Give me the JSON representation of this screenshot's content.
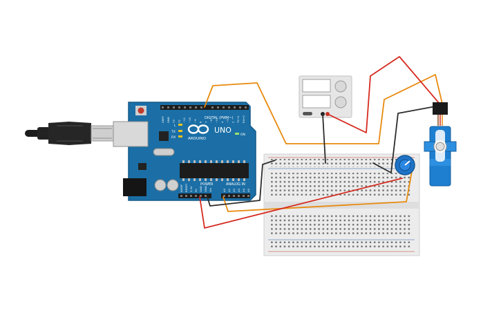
{
  "arduino": {
    "logo": "UNO",
    "brand": "ARDUINO",
    "digital_label": "DIGITAL (PWM~)",
    "power_label": "POWER",
    "analog_label": "ANALOG IN",
    "on_label": "ON",
    "led_l": "L",
    "led_tx": "TX",
    "led_rx": "RX",
    "digital_pins": [
      "AREF",
      "GND",
      "13",
      "12",
      "~11",
      "~10",
      "~9",
      "8",
      "7",
      "~6",
      "~5",
      "4",
      "~3",
      "2",
      "TX→1",
      "RX←0"
    ],
    "power_pins": [
      "IOREF",
      "RESET",
      "3.3V",
      "5V",
      "GND",
      "GND",
      "Vin"
    ],
    "analog_pins": [
      "A0",
      "A1",
      "A2",
      "A3",
      "A4",
      "A5"
    ]
  },
  "components": {
    "power_supply": "power-supply",
    "breadboard": "breadboard",
    "potentiometer": "potentiometer",
    "servo": "servo-motor",
    "usb_cable": "usb-cable"
  },
  "colors": {
    "wire_orange": "#e8890c",
    "wire_red": "#d52a1e",
    "wire_black": "#2b2b2b",
    "board_blue": "#1b6fa6",
    "servo_blue": "#1e7fd0"
  }
}
